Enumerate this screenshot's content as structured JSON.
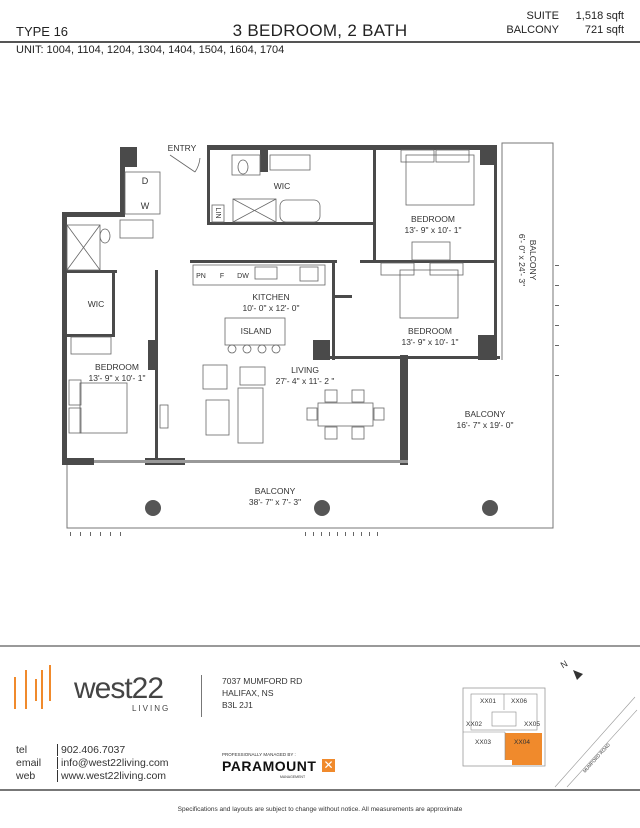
{
  "header": {
    "type": "TYPE 16",
    "title": "3 BEDROOM, 2 BATH",
    "suite_label": "SUITE",
    "suite_area": "1,518 sqft",
    "balcony_label": "BALCONY",
    "balcony_area": "721 sqft",
    "units": "UNIT: 1004, 1104, 1204, 1304, 1404, 1504, 1604, 1704"
  },
  "plan": {
    "entry": "ENTRY",
    "dryer": "D",
    "washer": "W",
    "linen": "LIN",
    "wic_main": "WIC",
    "wic_left": "WIC",
    "pantry": "PN",
    "fridge": "F",
    "dishwasher": "DW",
    "kitchen": "KITCHEN",
    "kitchen_dim": "10'- 0\" x 12'- 0\"",
    "island": "ISLAND",
    "living": "LIVING",
    "living_dim": "27'- 4\" x 11'- 2 \"",
    "bedroom_top": "BEDROOM",
    "bedroom_top_dim": "13'- 9\" x 10'- 1\"",
    "bedroom_right": "BEDROOM",
    "bedroom_right_dim": "13'- 9\" x 10'- 1\"",
    "bedroom_left": "BEDROOM",
    "bedroom_left_dim": "13'- 9\" x 10'- 1\"",
    "balcony_side": "BALCONY",
    "balcony_side_dim": "6'- 0\" x 24'- 3\"",
    "balcony_corner": "BALCONY",
    "balcony_corner_dim": "16'- 7\" x 19'- 0\"",
    "balcony_bottom": "BALCONY",
    "balcony_bottom_dim": "38'- 7\" x 7'- 3\""
  },
  "footer": {
    "logo_name": "west22",
    "logo_sub": "LIVING",
    "address": [
      "7037 MUMFORD RD",
      "HALIFAX, NS",
      "B3L 2J1"
    ],
    "contacts": [
      {
        "label": "tel",
        "value": "902.406.7037"
      },
      {
        "label": "email",
        "value": "info@west22living.com"
      },
      {
        "label": "web",
        "value": "www.west22living.com"
      }
    ],
    "managed_by": "PROFESSIONALLY MANAGED BY :",
    "manager_name": "PARAMOUNT",
    "manager_sub": "MANAGEMENT",
    "keyplan": {
      "units": [
        "XX01",
        "XX06",
        "XX02",
        "XX05",
        "XX03",
        "XX04"
      ],
      "highlighted": "XX04",
      "highlight_color": "#f08a2c",
      "road": "MUMFORD ROAD",
      "north": "N"
    },
    "disclaimer": "Specifications and layouts are subject to change without notice. All measurements are approximate"
  },
  "colors": {
    "accent": "#f08a2c",
    "wall": "#4a4a4a"
  }
}
